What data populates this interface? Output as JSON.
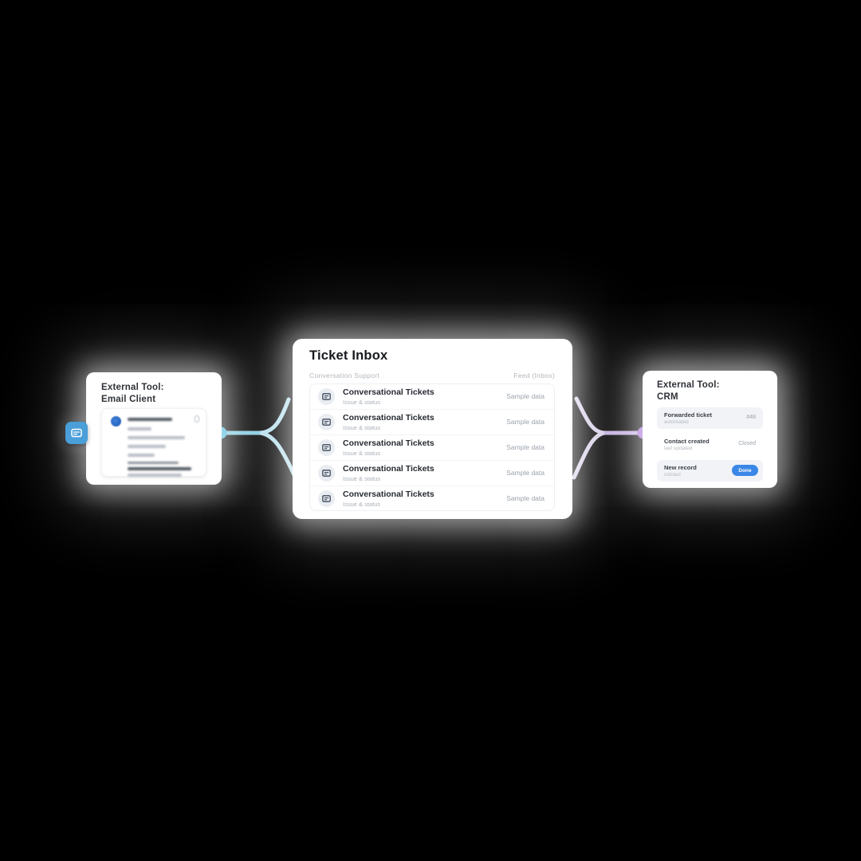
{
  "colors": {
    "background": "#000000",
    "left_port": "#38b6da",
    "left_link": "#b5dfec",
    "left_link_core": "#7ecbe0",
    "right_port": "#a066d6",
    "right_link": "#d8cfe9",
    "right_link_core": "#c2ace1",
    "email_icon_bg": "#4a9fd9",
    "crm_button": "#3b87e8",
    "row_icon_glyph": "#3e4a5c"
  },
  "email_node": {
    "title_line1": "External Tool:",
    "title_line2": "Email Client",
    "icon": "email-card-icon"
  },
  "inbox_node": {
    "title": "Ticket Inbox",
    "subtitle": "Conversation Support",
    "meta": "Feed (Inbox)",
    "rows": [
      {
        "title": "Conversational Tickets",
        "subtitle": "Issue & status",
        "meta": "Sample data"
      },
      {
        "title": "Conversational Tickets",
        "subtitle": "Issue & status",
        "meta": "Sample data"
      },
      {
        "title": "Conversational Tickets",
        "subtitle": "Issue & status",
        "meta": "Sample data"
      },
      {
        "title": "Conversational Tickets",
        "subtitle": "Issue & status",
        "meta": "Sample data"
      },
      {
        "title": "Conversational Tickets",
        "subtitle": "Issue & status",
        "meta": "Sample data"
      }
    ]
  },
  "crm_node": {
    "title_line1": "External Tool:",
    "title_line2": "CRM",
    "rows": [
      {
        "title": "Forwarded ticket",
        "subtitle": "automated",
        "meta": "#48",
        "meta_type": "text",
        "shaded": true
      },
      {
        "title": "Contact created",
        "subtitle": "last updated",
        "meta": "Closed",
        "meta_type": "text",
        "shaded": false
      },
      {
        "title": "New record",
        "subtitle": "contact",
        "meta": "Done",
        "meta_type": "button",
        "shaded": true
      }
    ]
  }
}
